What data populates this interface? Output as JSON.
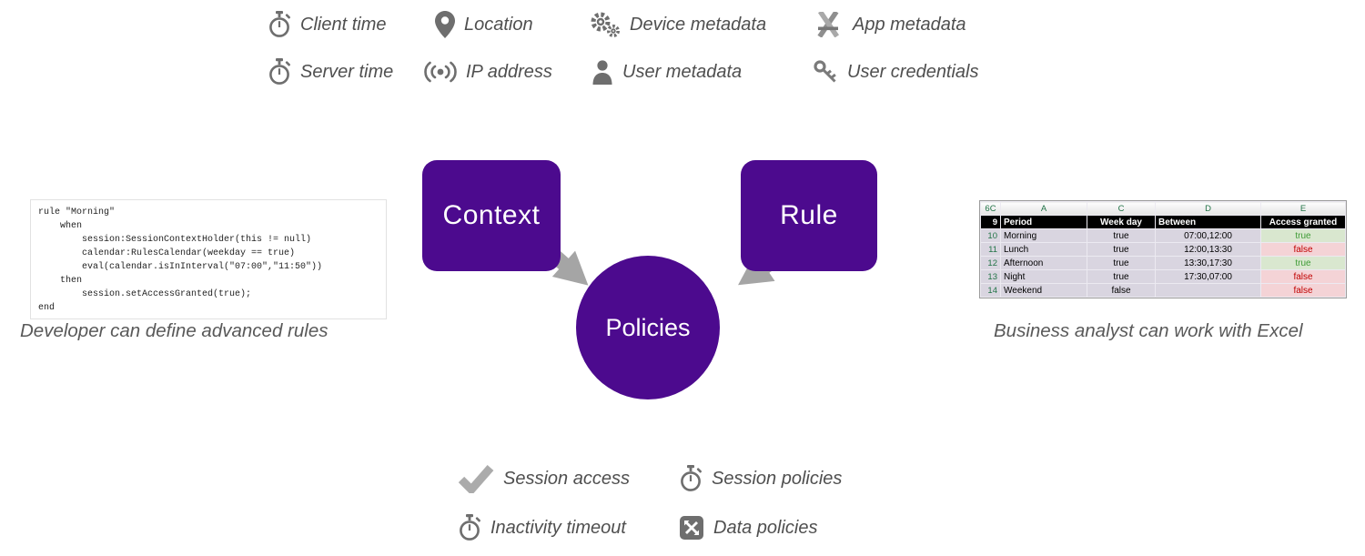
{
  "top_icons": {
    "items": [
      {
        "icon": "stopwatch-icon",
        "label": "Client time"
      },
      {
        "icon": "location-pin-icon",
        "label": "Location"
      },
      {
        "icon": "gears-icon",
        "label": "Device metadata"
      },
      {
        "icon": "drafting-tools-icon",
        "label": "App metadata"
      },
      {
        "icon": "stopwatch-icon",
        "label": "Server time"
      },
      {
        "icon": "signal-icon",
        "label": "IP address"
      },
      {
        "icon": "user-icon",
        "label": "User metadata"
      },
      {
        "icon": "key-icon",
        "label": "User credentials"
      }
    ]
  },
  "diagram": {
    "context_label": "Context",
    "rule_label": "Rule",
    "policies_label": "Policies",
    "purple": "#4c0a8e",
    "arrow_color": "#a5a5a5"
  },
  "code_panel": {
    "code": "rule \"Morning\"\n    when\n        session:SessionContextHolder(this != null)\n        calendar:RulesCalendar(weekday == true)\n        eval(calendar.isInInterval(\"07:00\",\"11:50\"))\n    then\n        session.setAccessGranted(true);\nend",
    "caption": "Developer can define advanced rules"
  },
  "spreadsheet": {
    "name_box": "6C",
    "col_headers": [
      "A",
      "C",
      "D",
      "E"
    ],
    "header_row": {
      "num": "9",
      "period": "Period",
      "weekday": "Week day",
      "between": "Between",
      "access": "Access granted"
    },
    "rows": [
      {
        "num": "10",
        "period": "Morning",
        "weekday": "true",
        "between": "07:00,12:00",
        "access": "true"
      },
      {
        "num": "11",
        "period": "Lunch",
        "weekday": "true",
        "between": "12:00,13:30",
        "access": "false"
      },
      {
        "num": "12",
        "period": "Afternoon",
        "weekday": "true",
        "between": "13:30,17:30",
        "access": "true"
      },
      {
        "num": "13",
        "period": "Night",
        "weekday": "true",
        "between": "17:30,07:00",
        "access": "false"
      },
      {
        "num": "14",
        "period": "Weekend",
        "weekday": "false",
        "between": "",
        "access": "false"
      }
    ],
    "status_colors": {
      "true_text": "#3e9b35",
      "true_bg": "#d9e7cf",
      "false_text": "#c00000",
      "false_bg": "#f4d3d6"
    },
    "caption": "Business analyst can work with Excel"
  },
  "bottom_icons": {
    "items": [
      {
        "icon": "check-icon",
        "label": "Session access"
      },
      {
        "icon": "stopwatch-icon",
        "label": "Session policies"
      },
      {
        "icon": "stopwatch-icon",
        "label": "Inactivity timeout"
      },
      {
        "icon": "crossed-arrows-icon",
        "label": "Data policies"
      }
    ]
  }
}
